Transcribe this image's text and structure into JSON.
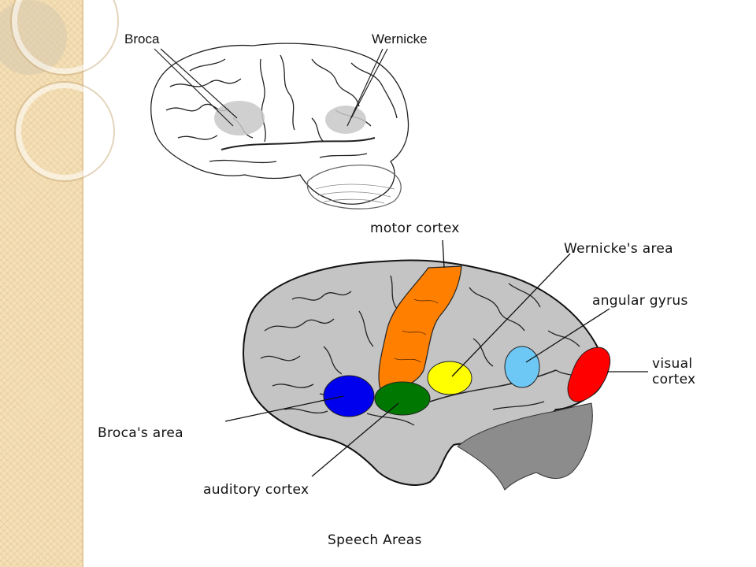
{
  "top_diagram": {
    "labels": {
      "broca": "Broca",
      "wernicke": "Wernicke"
    }
  },
  "bottom_diagram": {
    "labels": {
      "motor_cortex": "motor cortex",
      "wernickes_area": "Wernicke's area",
      "angular_gyrus": "angular gyrus",
      "visual_cortex_line1": "visual",
      "visual_cortex_line2": "cortex",
      "brocas_area": "Broca's area",
      "auditory_cortex": "auditory cortex"
    },
    "caption": "Speech Areas",
    "region_colors": {
      "motor_cortex": "#ff8000",
      "wernickes_area": "#ffff00",
      "angular_gyrus": "#6ec8f5",
      "visual_cortex": "#ff0000",
      "brocas_area": "#0000ee",
      "auditory_cortex": "#007700",
      "cerebellum": "#8c8c8c",
      "brain": "#c4c4c4"
    }
  }
}
